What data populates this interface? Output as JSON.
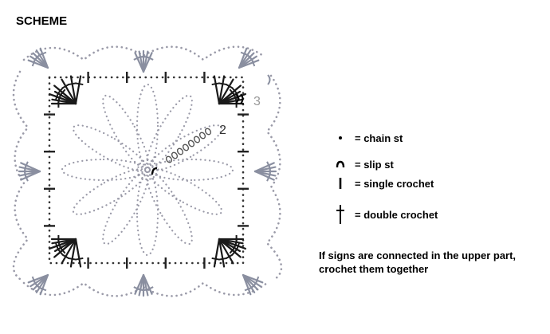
{
  "title": "SCHEME",
  "diagram": {
    "round_labels": [
      "2",
      "3"
    ],
    "colors": {
      "ink": "#1a1a1a",
      "faded": "#8a8fa0",
      "dots": "#9a9aa8"
    }
  },
  "legend": [
    {
      "icon": "chain-stitch-icon",
      "label": "= chain st"
    },
    {
      "icon": "slip-stitch-icon",
      "label": "= slip st"
    },
    {
      "icon": "single-crochet-icon",
      "label": "= single crochet"
    },
    {
      "icon": "double-crochet-icon",
      "label": "= double crochet"
    }
  ],
  "note": {
    "line1": "If signs are connected in the upper part,",
    "line2": "crochet them together"
  }
}
